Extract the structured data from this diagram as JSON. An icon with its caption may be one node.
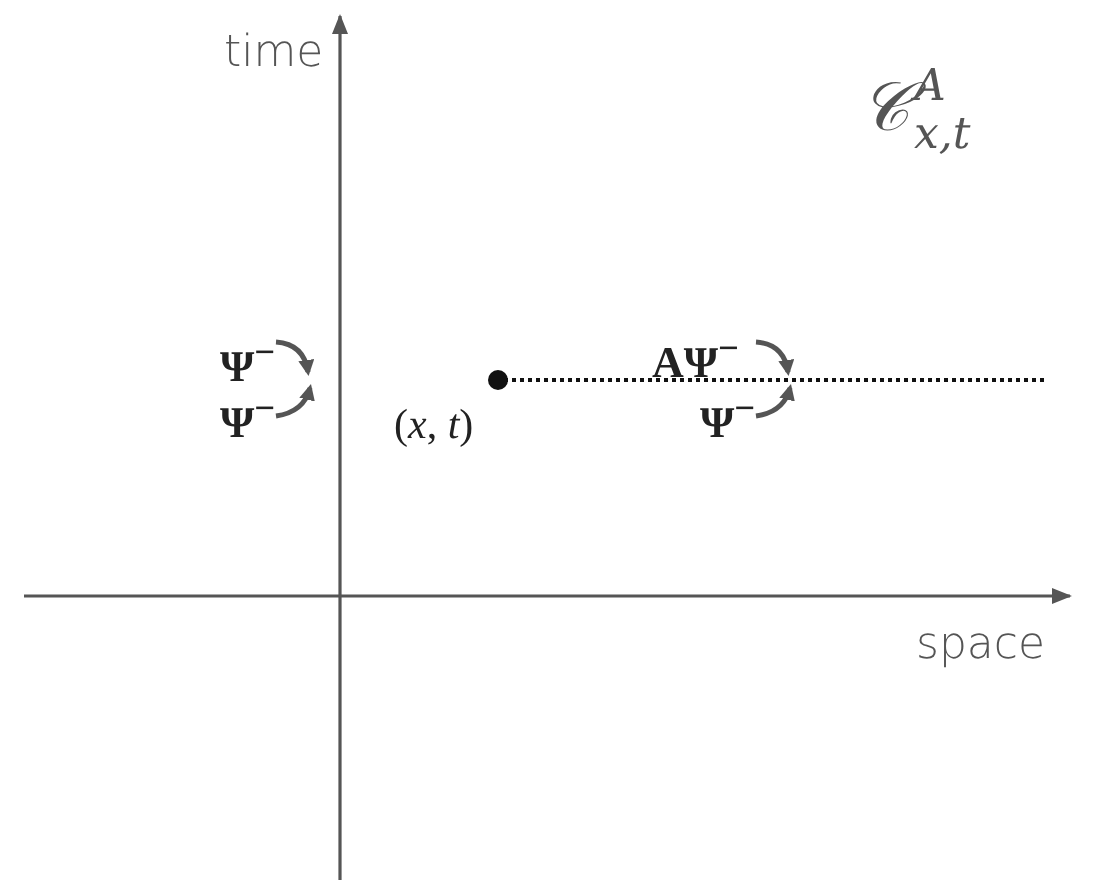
{
  "diagram": {
    "labels": [
      "time",
      "𝒞$^{A}$$_{x,t}$",
      "Ψ$^{−}$",
      "AΨ$^{−}$",
      "Ψ$^{−}$",
      "(*x*, *t*)",
      "Ψ$^{−}$",
      "space"
    ]
  }
}
